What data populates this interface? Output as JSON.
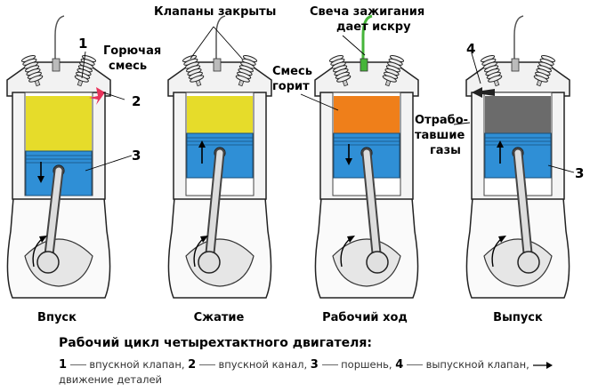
{
  "top_labels": {
    "valves_closed": "Клапаны закрыты",
    "spark_line1": "Свеча зажигания",
    "spark_line2": "дает искру"
  },
  "side_labels": {
    "fuel_mix_line1": "Горючая",
    "fuel_mix_line2": "смесь",
    "mix_burns_line1": "Смесь",
    "mix_burns_line2": "горит",
    "exhaust_line1": "Отрабо-",
    "exhaust_line2": "тавшие",
    "exhaust_line3": "газы"
  },
  "numbers": {
    "n1": "1",
    "n2": "2",
    "n3a": "3",
    "n4": "4",
    "n3b": "3"
  },
  "stages": [
    {
      "label": "Впуск",
      "chamber_color": "#e6dc2a"
    },
    {
      "label": "Сжатие",
      "chamber_color": "#e6dc2a"
    },
    {
      "label": "Рабочий ход",
      "chamber_color": "#ef7f1a"
    },
    {
      "label": "Выпуск",
      "chamber_color": "#6b6b6b"
    }
  ],
  "caption": "Рабочий цикл четырехтактного двигателя:",
  "legend": {
    "k1": "1",
    "t1": "впускной клапан,",
    "k2": "2",
    "t2": "впускной канал,",
    "k3": "3",
    "t3": "поршень,",
    "k4": "4",
    "t4": "выпускной клапан,",
    "t5": "движение деталей"
  },
  "colors": {
    "piston": "#2f8fd6",
    "spark_plug": "#46b53a",
    "intake_gas": "#e8325a"
  }
}
